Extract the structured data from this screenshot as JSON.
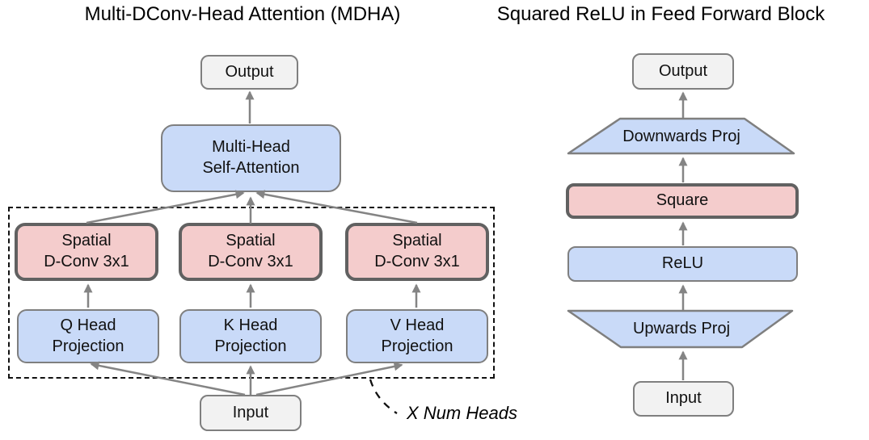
{
  "left": {
    "title": "Multi-DConv-Head Attention (MDHA)",
    "output": "Output",
    "attention": {
      "line1": "Multi-Head",
      "line2": "Self-Attention"
    },
    "spatial_blocks": [
      {
        "line1": "Spatial",
        "line2": "D-Conv 3x1"
      },
      {
        "line1": "Spatial",
        "line2": "D-Conv 3x1"
      },
      {
        "line1": "Spatial",
        "line2": "D-Conv 3x1"
      }
    ],
    "head_blocks": [
      {
        "line1": "Q Head",
        "line2": "Projection"
      },
      {
        "line1": "K Head",
        "line2": "Projection"
      },
      {
        "line1": "V Head",
        "line2": "Projection"
      }
    ],
    "input": "Input",
    "note": "X Num Heads"
  },
  "right": {
    "title": "Squared ReLU in Feed Forward Block",
    "output": "Output",
    "downwards_proj": "Downwards Proj",
    "square": "Square",
    "relu": "ReLU",
    "upwards_proj": "Upwards Proj",
    "input": "Input"
  },
  "colors": {
    "blue_fill": "#c9daf8",
    "pink_fill": "#f4cccc",
    "gray_fill": "#f2f2f2",
    "box_border": "#7f7f7f",
    "thick_border": "#616161",
    "arrow": "#848484",
    "dashed_line": "#111111"
  }
}
